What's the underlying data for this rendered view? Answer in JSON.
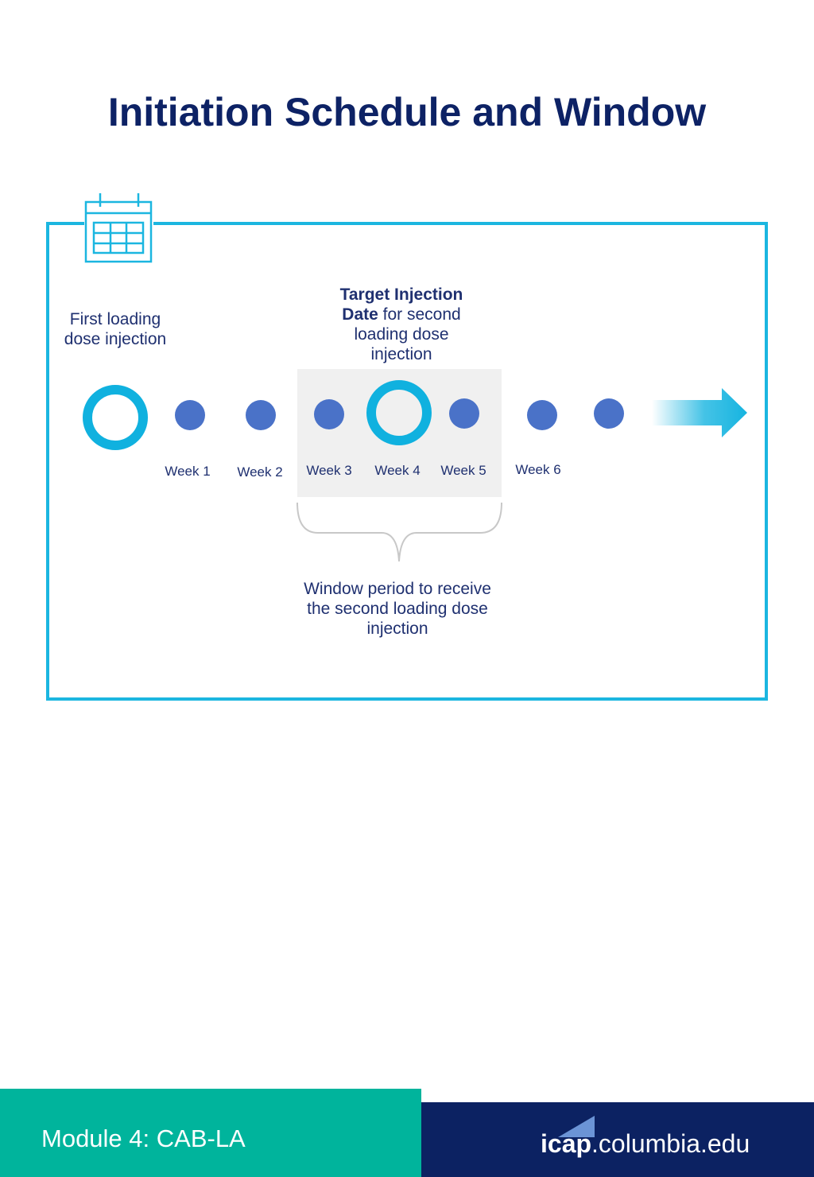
{
  "title": "Initiation Schedule and Window",
  "first_dose_label": "First loading dose injection",
  "target_label": {
    "bold": "Target Injection Date",
    "rest": " for second loading dose injection"
  },
  "weeks": [
    "Week 1",
    "Week 2",
    "Week 3",
    "Week 4",
    "Week 5",
    "Week 6"
  ],
  "window_label": "Window period to receive the second loading dose injection",
  "footer": {
    "module": "Module 4: CAB-LA",
    "site_brand": "icap",
    "site_rest": ".columbia.edu"
  },
  "colors": {
    "title": "#0d2265",
    "frame": "#1bb6e0",
    "dot": "#4a72c8",
    "ring": "#10b1df",
    "window_bg": "#f0f0f0",
    "footer_green": "#00b49c",
    "footer_navy": "#0c2262"
  },
  "icons": [
    "calendar-icon",
    "arrow-right-icon",
    "brace-icon"
  ]
}
